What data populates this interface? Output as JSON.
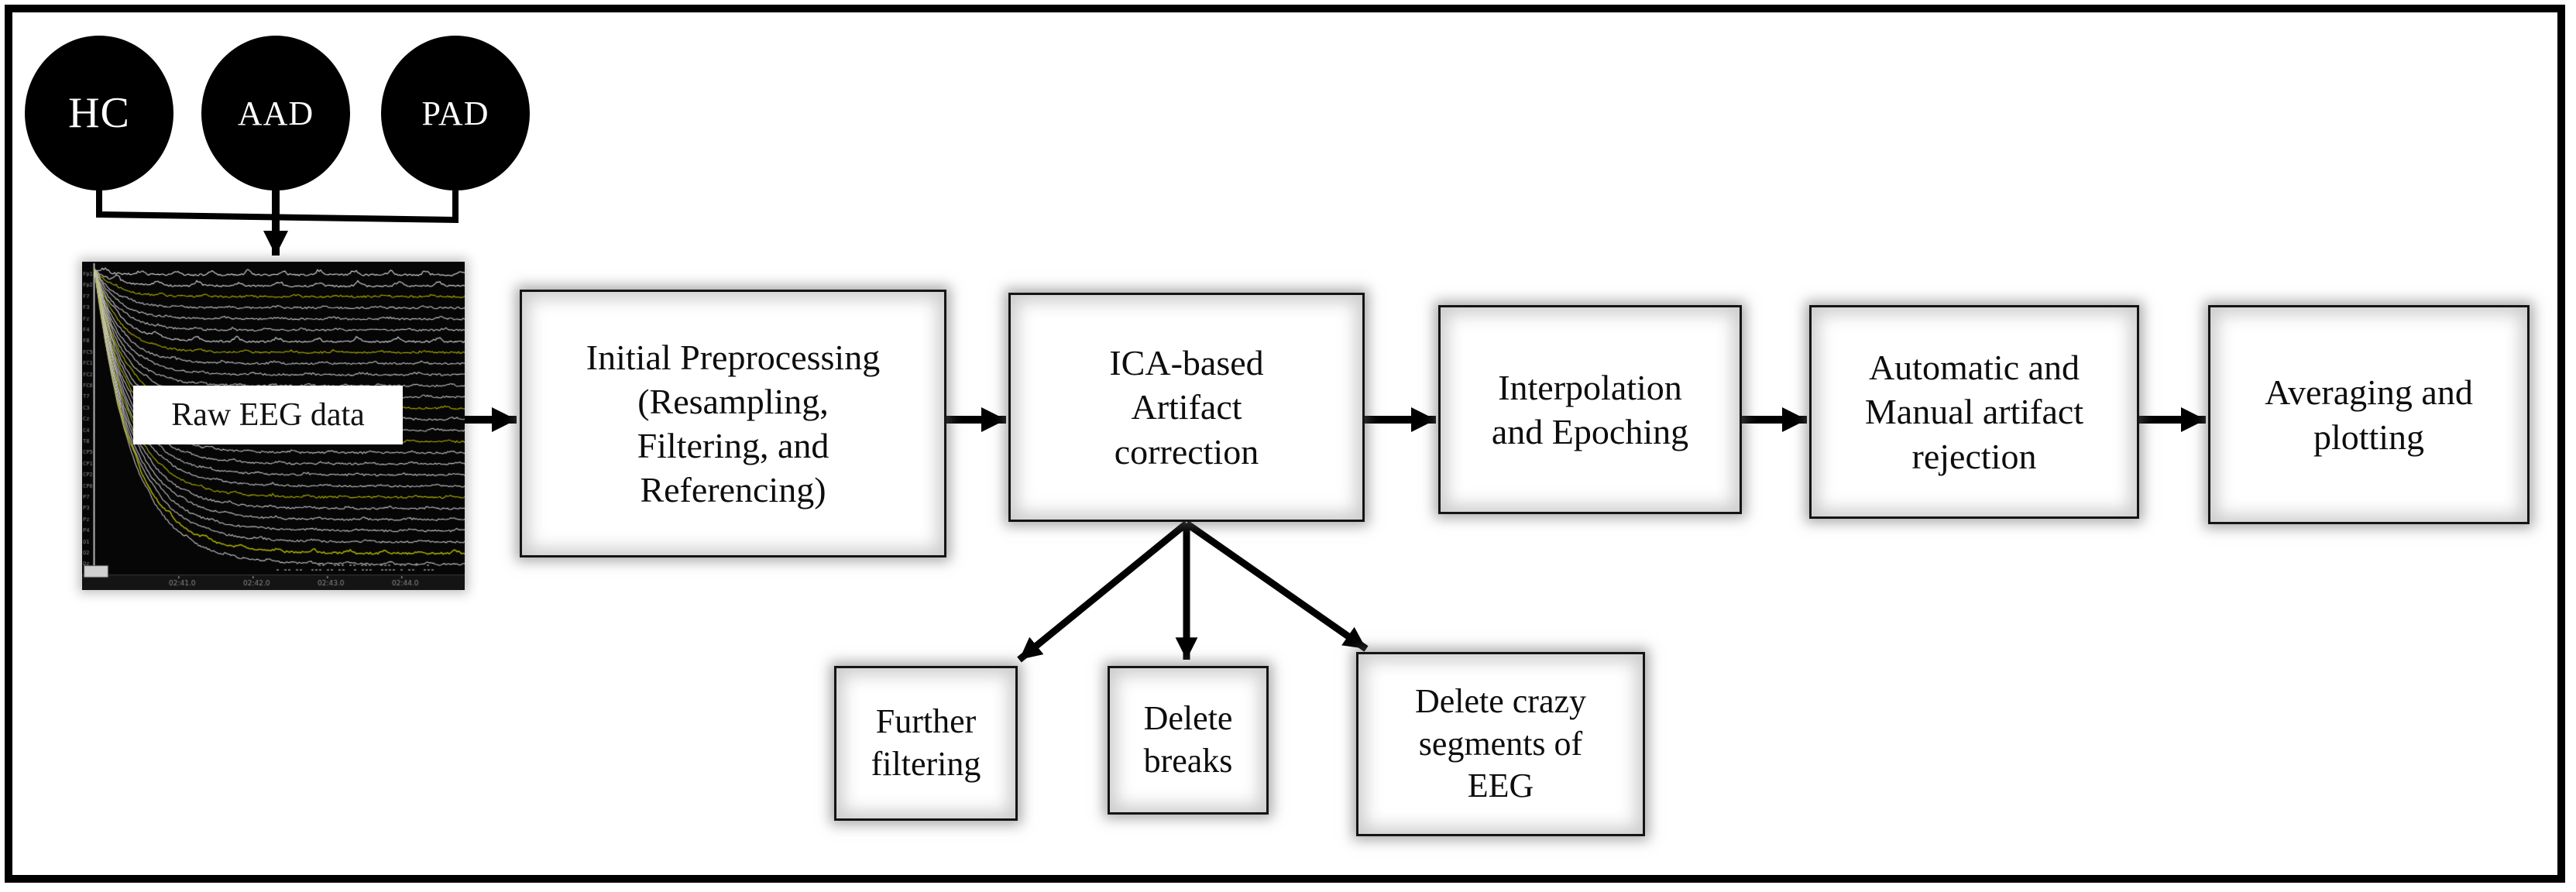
{
  "figure_type": "flowchart",
  "groups": [
    {
      "label": "HC"
    },
    {
      "label": "AAD"
    },
    {
      "label": "PAD"
    }
  ],
  "eeg": {
    "label": "Raw EEG data"
  },
  "pipeline": [
    {
      "label": "Initial Preprocessing (Resampling, Filtering, and Referencing)",
      "lines": [
        "Initial Preprocessing",
        "(Resampling,",
        "Filtering, and",
        "Referencing)"
      ]
    },
    {
      "label": "ICA-based Artifact correction",
      "lines": [
        "ICA-based",
        "Artifact",
        "correction"
      ]
    },
    {
      "label": "Interpolation and Epoching",
      "lines": [
        "Interpolation",
        "and Epoching"
      ]
    },
    {
      "label": "Automatic and Manual artifact rejection",
      "lines": [
        "Automatic and",
        "Manual artifact",
        "rejection"
      ]
    },
    {
      "label": "Averaging and plotting",
      "lines": [
        "Averaging and",
        "plotting"
      ]
    }
  ],
  "substeps": [
    {
      "label": "Further filtering",
      "lines": [
        "Further",
        "filtering"
      ]
    },
    {
      "label": "Delete breaks",
      "lines": [
        "Delete",
        "breaks"
      ]
    },
    {
      "label": "Delete crazy segments of EEG",
      "lines": [
        "Delete crazy",
        "segments of",
        "EEG"
      ]
    }
  ],
  "colors": {
    "node_fill": "#000000",
    "node_text": "#ffffff",
    "box_fill": "#ffffff",
    "box_border": "#141414",
    "arrow": "#000000",
    "eeg_background": "#060606",
    "eeg_trace_gray": "#c4c4c4",
    "eeg_trace_bright": "#dcdcdc",
    "eeg_trace_yellow": "#b3b300",
    "eeg_label_bg": "#ffffff",
    "text": "#0d0d0d"
  }
}
